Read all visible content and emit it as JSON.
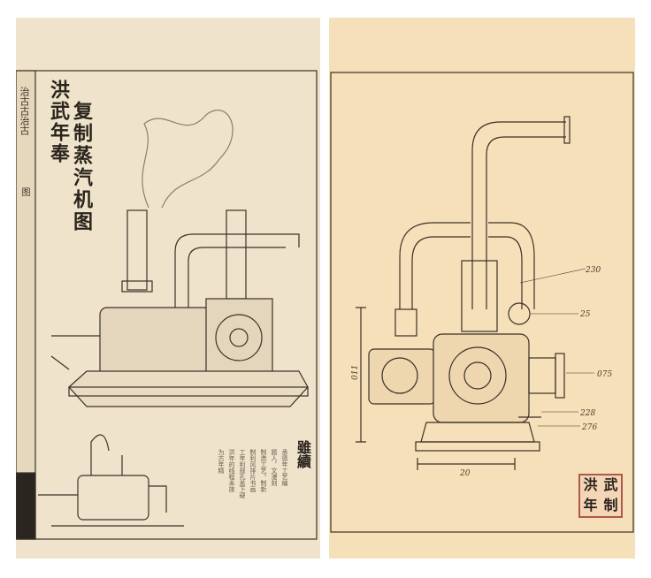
{
  "left_plate": {
    "title_line1": "洪武年奉",
    "title_line2": "复制蒸汽机图",
    "side_label": "治古古治古",
    "side_label2": "图",
    "note_heading": "雖續",
    "note_lines": [
      "承德年工艺编",
      "题人，文漫刻",
      "制造工艺。制新",
      "制利风排片书画",
      "工年利规孔盖下硬",
      "洪年的线程未旅",
      "为古年精"
    ]
  },
  "right_plate": {
    "labels": {
      "top": "230",
      "valve": "25",
      "flange": "075",
      "lower1": "228",
      "lower2": "276",
      "width": "20",
      "height": "011"
    },
    "seal": [
      "武",
      "洪",
      "制",
      "年"
    ]
  }
}
